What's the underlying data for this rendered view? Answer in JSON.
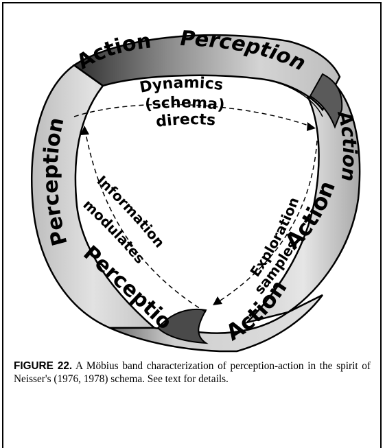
{
  "figure": {
    "band": {
      "top_left": "Action",
      "top_right": "Perception",
      "right_upper": "Action",
      "right_middle": "Action",
      "right_lower": "Action",
      "left_upper": "Perception",
      "left_lower": "Perception"
    },
    "inner": {
      "top_line1": "Dynamics",
      "top_line2": "(schema)",
      "top_line3": "directs",
      "left_line1": "Information",
      "left_line2": "modulates",
      "right_line1": "Exploration",
      "right_line2": "samples"
    }
  },
  "caption": {
    "label": "FIGURE 22.",
    "text": " A Möbius band characterization of perception-action in the spirit of Neisser's (1976, 1978) schema. See text for details."
  },
  "colors": {
    "band_fill": "#c9c9c9",
    "band_dark": "#3a3a3a",
    "stroke": "#000000",
    "background": "#ffffff"
  }
}
